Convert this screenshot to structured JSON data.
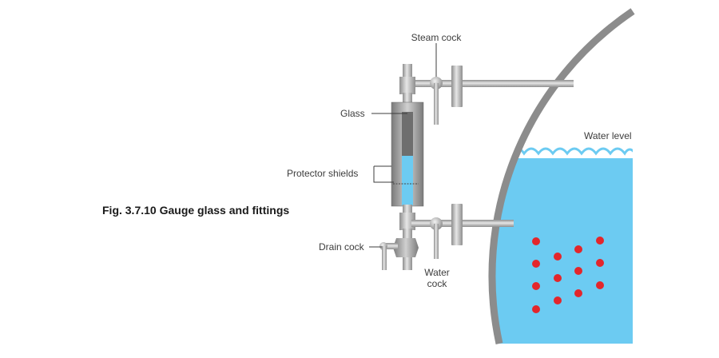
{
  "caption": "Fig. 3.7.10 Gauge glass and fittings",
  "labels": {
    "steam_cock": "Steam cock",
    "glass": "Glass",
    "protector_shields": "Protector shields",
    "drain_cock": "Drain cock",
    "water_cock_line1": "Water",
    "water_cock_line2": "cock",
    "water_level": "Water level"
  },
  "colors": {
    "water": "#6ccbf2",
    "shell": "#8c8c8c",
    "pipe": "#b4b4b4",
    "bubbles": "#e3262b"
  }
}
